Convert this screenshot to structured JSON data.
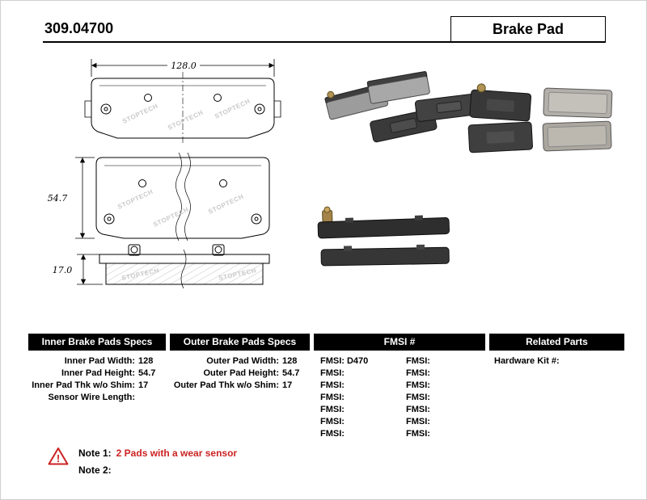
{
  "colors": {
    "accent-red": "#cc2222",
    "header-bg": "#000000",
    "header-fg": "#ffffff"
  },
  "header": {
    "part_number": "309.04700",
    "product_name": "Brake Pad"
  },
  "drawing": {
    "width_dim": "128.0",
    "height_dim": "54.7",
    "thickness_dim": "17.0",
    "watermark": "STOPTECH"
  },
  "specs": {
    "inner": {
      "title": "Inner Brake Pads Specs",
      "rows": [
        {
          "label": "Inner Pad Width:",
          "value": "128"
        },
        {
          "label": "Inner Pad Height:",
          "value": "54.7"
        },
        {
          "label": "Inner Pad Thk w/o Shim:",
          "value": "17"
        },
        {
          "label": "Sensor Wire Length:",
          "value": ""
        }
      ]
    },
    "outer": {
      "title": "Outer Brake Pads Specs",
      "rows": [
        {
          "label": "Outer Pad Width:",
          "value": "128"
        },
        {
          "label": "Outer Pad Height:",
          "value": "54.7"
        },
        {
          "label": "Outer Pad Thk w/o Shim:",
          "value": "17"
        }
      ]
    },
    "fmsi": {
      "title": "FMSI #",
      "rows": [
        {
          "l_label": "FMSI:",
          "l_value": "D470",
          "r_label": "FMSI:",
          "r_value": ""
        },
        {
          "l_label": "FMSI:",
          "l_value": "",
          "r_label": "FMSI:",
          "r_value": ""
        },
        {
          "l_label": "FMSI:",
          "l_value": "",
          "r_label": "FMSI:",
          "r_value": ""
        },
        {
          "l_label": "FMSI:",
          "l_value": "",
          "r_label": "FMSI:",
          "r_value": ""
        },
        {
          "l_label": "FMSI:",
          "l_value": "",
          "r_label": "FMSI:",
          "r_value": ""
        },
        {
          "l_label": "FMSI:",
          "l_value": "",
          "r_label": "FMSI:",
          "r_value": ""
        },
        {
          "l_label": "FMSI:",
          "l_value": "",
          "r_label": "FMSI:",
          "r_value": ""
        }
      ]
    },
    "related": {
      "title": "Related Parts",
      "rows": [
        {
          "label": "Hardware Kit #:",
          "value": ""
        }
      ]
    }
  },
  "notes": {
    "note1_label": "Note 1:",
    "note1_text": "2 Pads with a wear sensor",
    "note2_label": "Note 2:",
    "note2_text": ""
  }
}
